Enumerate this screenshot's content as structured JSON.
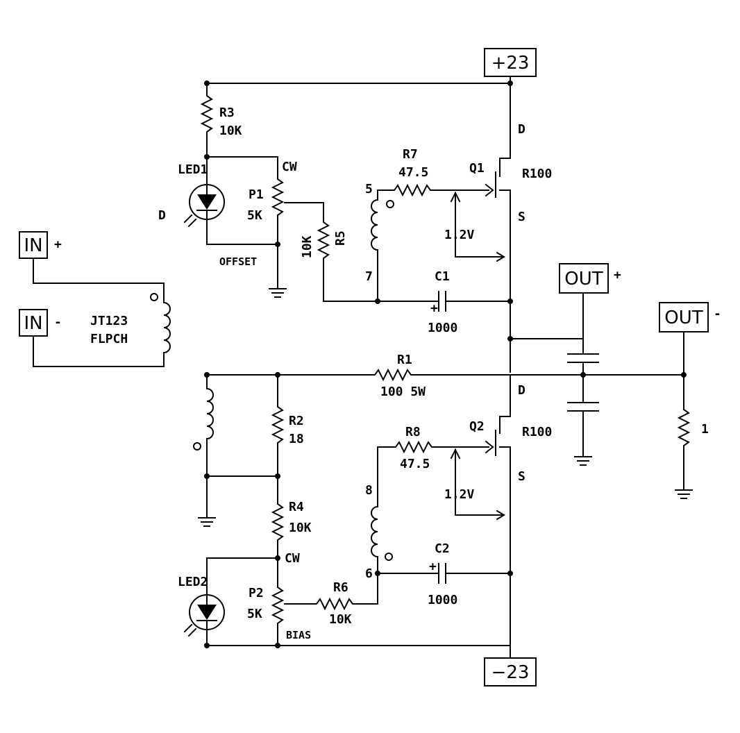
{
  "rails": {
    "pos": "+23",
    "neg": "−23"
  },
  "terminals": {
    "in": "IN",
    "in_plus": "+",
    "in_minus": "-",
    "out": "OUT",
    "out_plus": "+",
    "out_minus": "-"
  },
  "transformer": {
    "name": "JT123",
    "type": "FLPCH"
  },
  "components": {
    "r3": {
      "ref": "R3",
      "value": "10K"
    },
    "led1": {
      "ref": "LED1",
      "pin": "D"
    },
    "p1": {
      "ref": "P1",
      "value": "5K",
      "cw": "CW",
      "fn": "OFFSET"
    },
    "r5": {
      "ref": "R5",
      "value": "10K"
    },
    "r7": {
      "ref": "R7",
      "value": "47.5"
    },
    "q1": {
      "ref": "Q1",
      "part": "R100",
      "drain": "D",
      "source": "S"
    },
    "c1": {
      "ref": "C1",
      "value": "1000",
      "pol": "+"
    },
    "coil1": {
      "pin_top": "5",
      "pin_bot": "7"
    },
    "v1": "1.2V",
    "r1": {
      "ref": "R1",
      "value": "100 5W"
    },
    "r2": {
      "ref": "R2",
      "value": "18"
    },
    "r4": {
      "ref": "R4",
      "value": "10K"
    },
    "q2": {
      "ref": "Q2",
      "part": "R100",
      "drain": "D",
      "source": "S"
    },
    "r8": {
      "ref": "R8",
      "value": "47.5"
    },
    "coil2": {
      "pin_top": "8",
      "pin_bot": "6"
    },
    "v2": "1.2V",
    "c2": {
      "ref": "C2",
      "value": "1000",
      "pol": "+"
    },
    "led2": {
      "ref": "LED2"
    },
    "p2": {
      "ref": "P2",
      "value": "5K",
      "cw": "CW",
      "fn": "BIAS"
    },
    "r6": {
      "ref": "R6",
      "value": "10K"
    },
    "rload": {
      "value": "1"
    }
  }
}
